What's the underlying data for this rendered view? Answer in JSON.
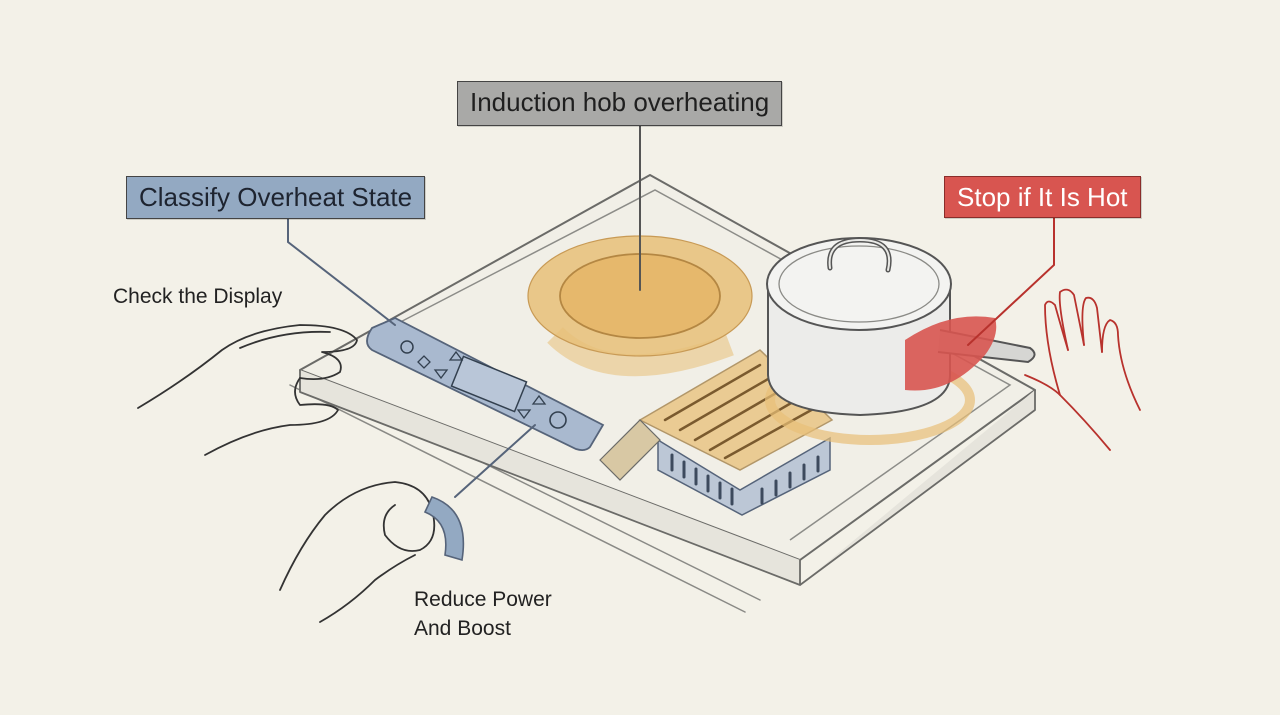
{
  "labels": {
    "title": "Induction hob overheating",
    "classify": "Classify Overheat State",
    "stop": "Stop if It Is Hot",
    "check_display": "Check the Display",
    "reduce_line1": "Reduce Power",
    "reduce_line2": "And Boost"
  },
  "colors": {
    "background": "#f3f1e8",
    "title_box": "#a9a9a7",
    "classify_box": "#93a9c2",
    "stop_box": "#d85550",
    "heat_zone": "#e8bf78",
    "control_panel": "#a9b9cf"
  },
  "icons": [
    "power-icon",
    "up-arrow-icon",
    "down-arrow-icon",
    "dial-icon",
    "hand-icon",
    "pan-icon"
  ]
}
